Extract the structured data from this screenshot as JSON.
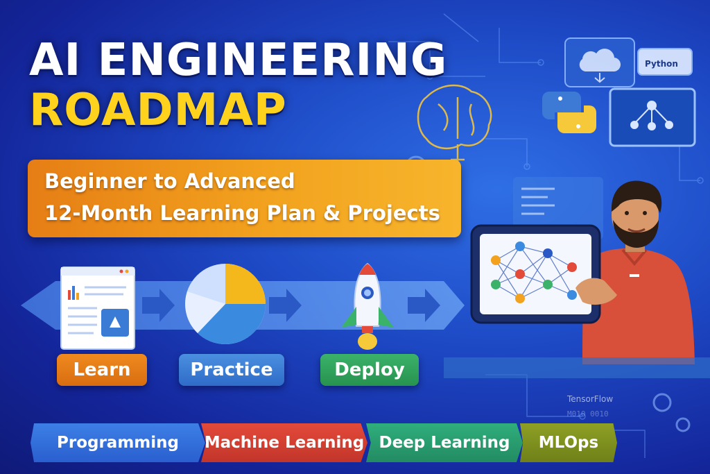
{
  "title": {
    "line1": "AI ENGINEERING",
    "line2": "ROADMAP"
  },
  "subtitle": {
    "line1": "Beginner to Advanced",
    "line2": "12-Month Learning Plan & Projects"
  },
  "steps": [
    {
      "label": "Learn",
      "color": "#e07a18",
      "icon": "document-icon"
    },
    {
      "label": "Practice",
      "color": "#3a7bd5",
      "icon": "pie-chart-icon"
    },
    {
      "label": "Deploy",
      "color": "#2fa45c",
      "icon": "rocket-icon"
    }
  ],
  "categories": [
    {
      "label": "Programming",
      "color": "#3470dc"
    },
    {
      "label": "Machine Learning",
      "color": "#d4402f"
    },
    {
      "label": "Deep Learning",
      "color": "#2a9d70"
    },
    {
      "label": "MLOps",
      "color": "#7f911e"
    }
  ],
  "tech_labels": {
    "python": "Python",
    "tensorflow": "TensorFlow"
  },
  "colors": {
    "title_accent": "#ffd21e",
    "background": "#1d48c4",
    "banner": "#f2a21e"
  }
}
